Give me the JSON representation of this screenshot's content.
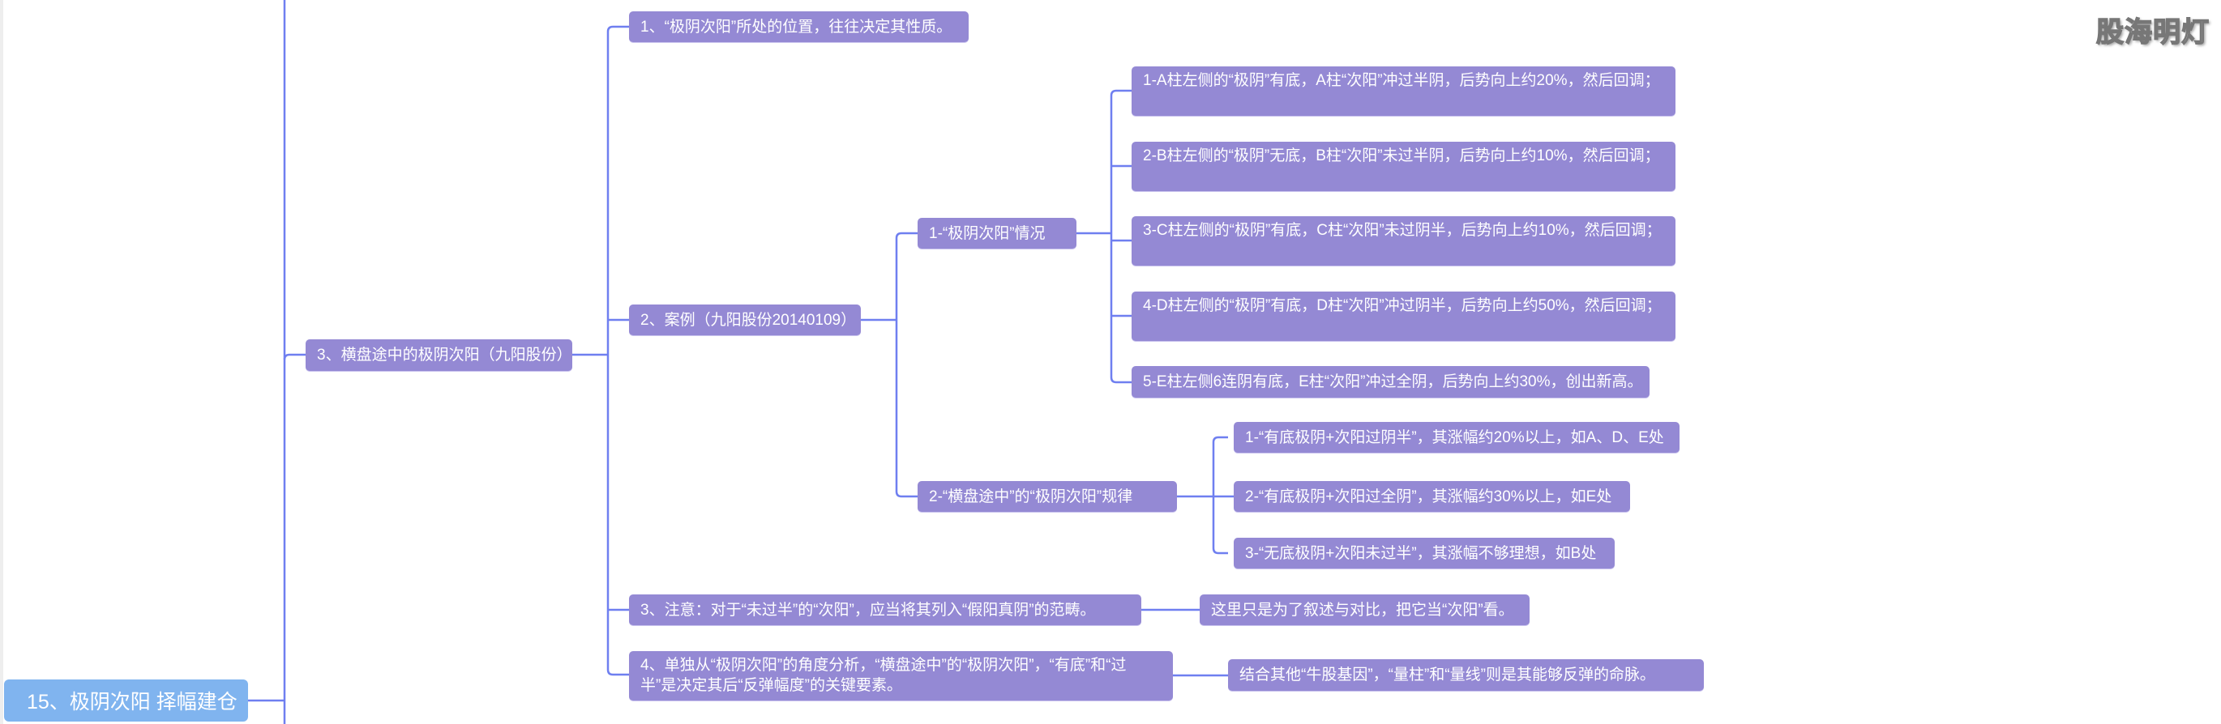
{
  "watermark": "股海明灯",
  "root": {
    "label": "15、极阴次阳 择幅建仓"
  },
  "topic": {
    "label": "3、横盘途中的极阴次阳（九阳股份）"
  },
  "children": [
    {
      "label": "1、“极阴次阳”所处的位置，往往决定其性质。"
    },
    {
      "label": "2、案例（九阳股份20140109）"
    },
    {
      "label": "3、注意：对于“未过半”的“次阳”，应当将其列入“假阳真阴”的范畴。"
    },
    {
      "label": "4、单独从“极阴次阳”的角度分析，“横盘途中”的“极阴次阳”，“有底”和“过半”是决定其后“反弹幅度”的关键要素。"
    }
  ],
  "case": {
    "situation": {
      "label": "1-“极阴次阳”情况",
      "items": [
        "1-A柱左侧的“极阴”有底，A柱“次阳”冲过半阴，后势向上约20%，然后回调；",
        "2-B柱左侧的“极阴”无底，B柱“次阳”未过半阴，后势向上约10%，然后回调；",
        "3-C柱左侧的“极阴”有底，C柱“次阳”未过阴半，后势向上约10%，然后回调；",
        "4-D柱左侧的“极阴”有底，D柱“次阳”冲过阴半，后势向上约50%，然后回调；",
        "5-E柱左侧6连阴有底，E柱“次阳”冲过全阴，后势向上约30%，创出新高。"
      ]
    },
    "rule": {
      "label": "2-“横盘途中”的“极阴次阳”规律",
      "items": [
        "1-“有底极阴+次阳过阴半”，其涨幅约20%以上，如A、D、E处",
        "2-“有底极阴+次阳过全阴”，其涨幅约30%以上，如E处",
        "3-“无底极阴+次阳未过半”，其涨幅不够理想，如B处"
      ]
    }
  },
  "note3": "这里只是为了叙述与对比，把它当“次阳”看。",
  "note4": "结合其他“牛股基因”，“量柱”和“量线”则是其能够反弹的命脉。",
  "colors": {
    "node": "#9489d4",
    "root": "#80b4ef",
    "line": "#6f7ff0"
  }
}
